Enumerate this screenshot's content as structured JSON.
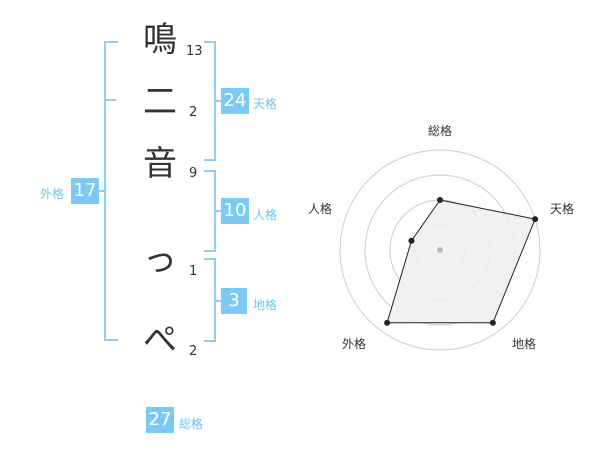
{
  "name_chars": [
    {
      "char": "鳴",
      "strokes": "13"
    },
    {
      "char": "二",
      "strokes": "2"
    },
    {
      "char": "音",
      "strokes": "9"
    },
    {
      "char": "っ",
      "strokes": "1"
    },
    {
      "char": "ぺ",
      "strokes": "2"
    }
  ],
  "kakusu": {
    "tenkaku": {
      "value": "24",
      "label": "天格"
    },
    "jinkaku": {
      "value": "10",
      "label": "人格"
    },
    "chikaku": {
      "value": "3",
      "label": "地格"
    },
    "gaikaku": {
      "value": "17",
      "label": "外格"
    },
    "soukaku": {
      "value": "27",
      "label": "総格"
    }
  },
  "chart_data": {
    "type": "radar",
    "axes": [
      "総格",
      "天格",
      "地格",
      "外格",
      "人格"
    ],
    "values": [
      0.5,
      1.0,
      0.9,
      0.9,
      0.3
    ],
    "rings": 4,
    "fill_color": "#efefef",
    "line_color": "#222222",
    "grid_color": "#cccccc"
  }
}
